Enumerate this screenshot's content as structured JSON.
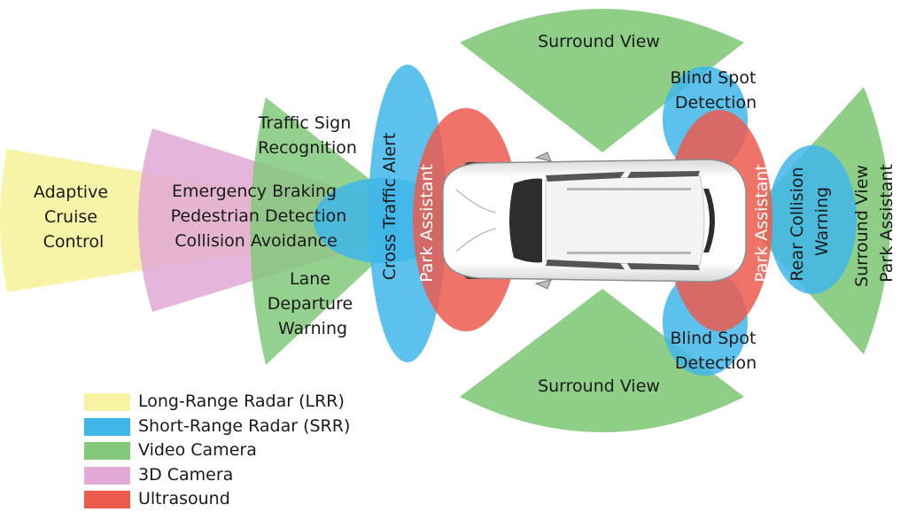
{
  "colors": {
    "lrr": "#f7f3a2",
    "srr": "#3fb6ea",
    "video": "#82c97a",
    "camera3d": "#e2a8d6",
    "ultrasound": "#ec5a4e"
  },
  "zones": {
    "acc": [
      "Adaptive",
      "Cruise",
      "Control"
    ],
    "emergency": [
      "Emergency Braking",
      "Pedestrian Detection",
      "Collision Avoidance"
    ],
    "traffic_sign": [
      "Traffic Sign",
      "Recognition"
    ],
    "lane_departure": [
      "Lane",
      "Departure",
      "Warning"
    ],
    "cross_traffic": "Cross Traffic Alert",
    "park_front": "Park Assistant",
    "park_rear": "Park Assistant",
    "surround_top": "Surround View",
    "surround_bottom": "Surround View",
    "blind_top": [
      "Blind Spot",
      "Detection"
    ],
    "blind_bottom": [
      "Blind Spot",
      "Detection"
    ],
    "rear_collision": [
      "Rear Collision",
      "Warning"
    ],
    "surround_rear": [
      "Surround View",
      "Park Assistant"
    ]
  },
  "legend": [
    {
      "label": "Long-Range Radar (LRR)",
      "color": "#f7f3a2"
    },
    {
      "label": "Short-Range Radar (SRR)",
      "color": "#3fb6ea"
    },
    {
      "label": "Video Camera",
      "color": "#82c97a"
    },
    {
      "label": "3D Camera",
      "color": "#e2a8d6"
    },
    {
      "label": "Ultrasound",
      "color": "#ec5a4e"
    }
  ]
}
